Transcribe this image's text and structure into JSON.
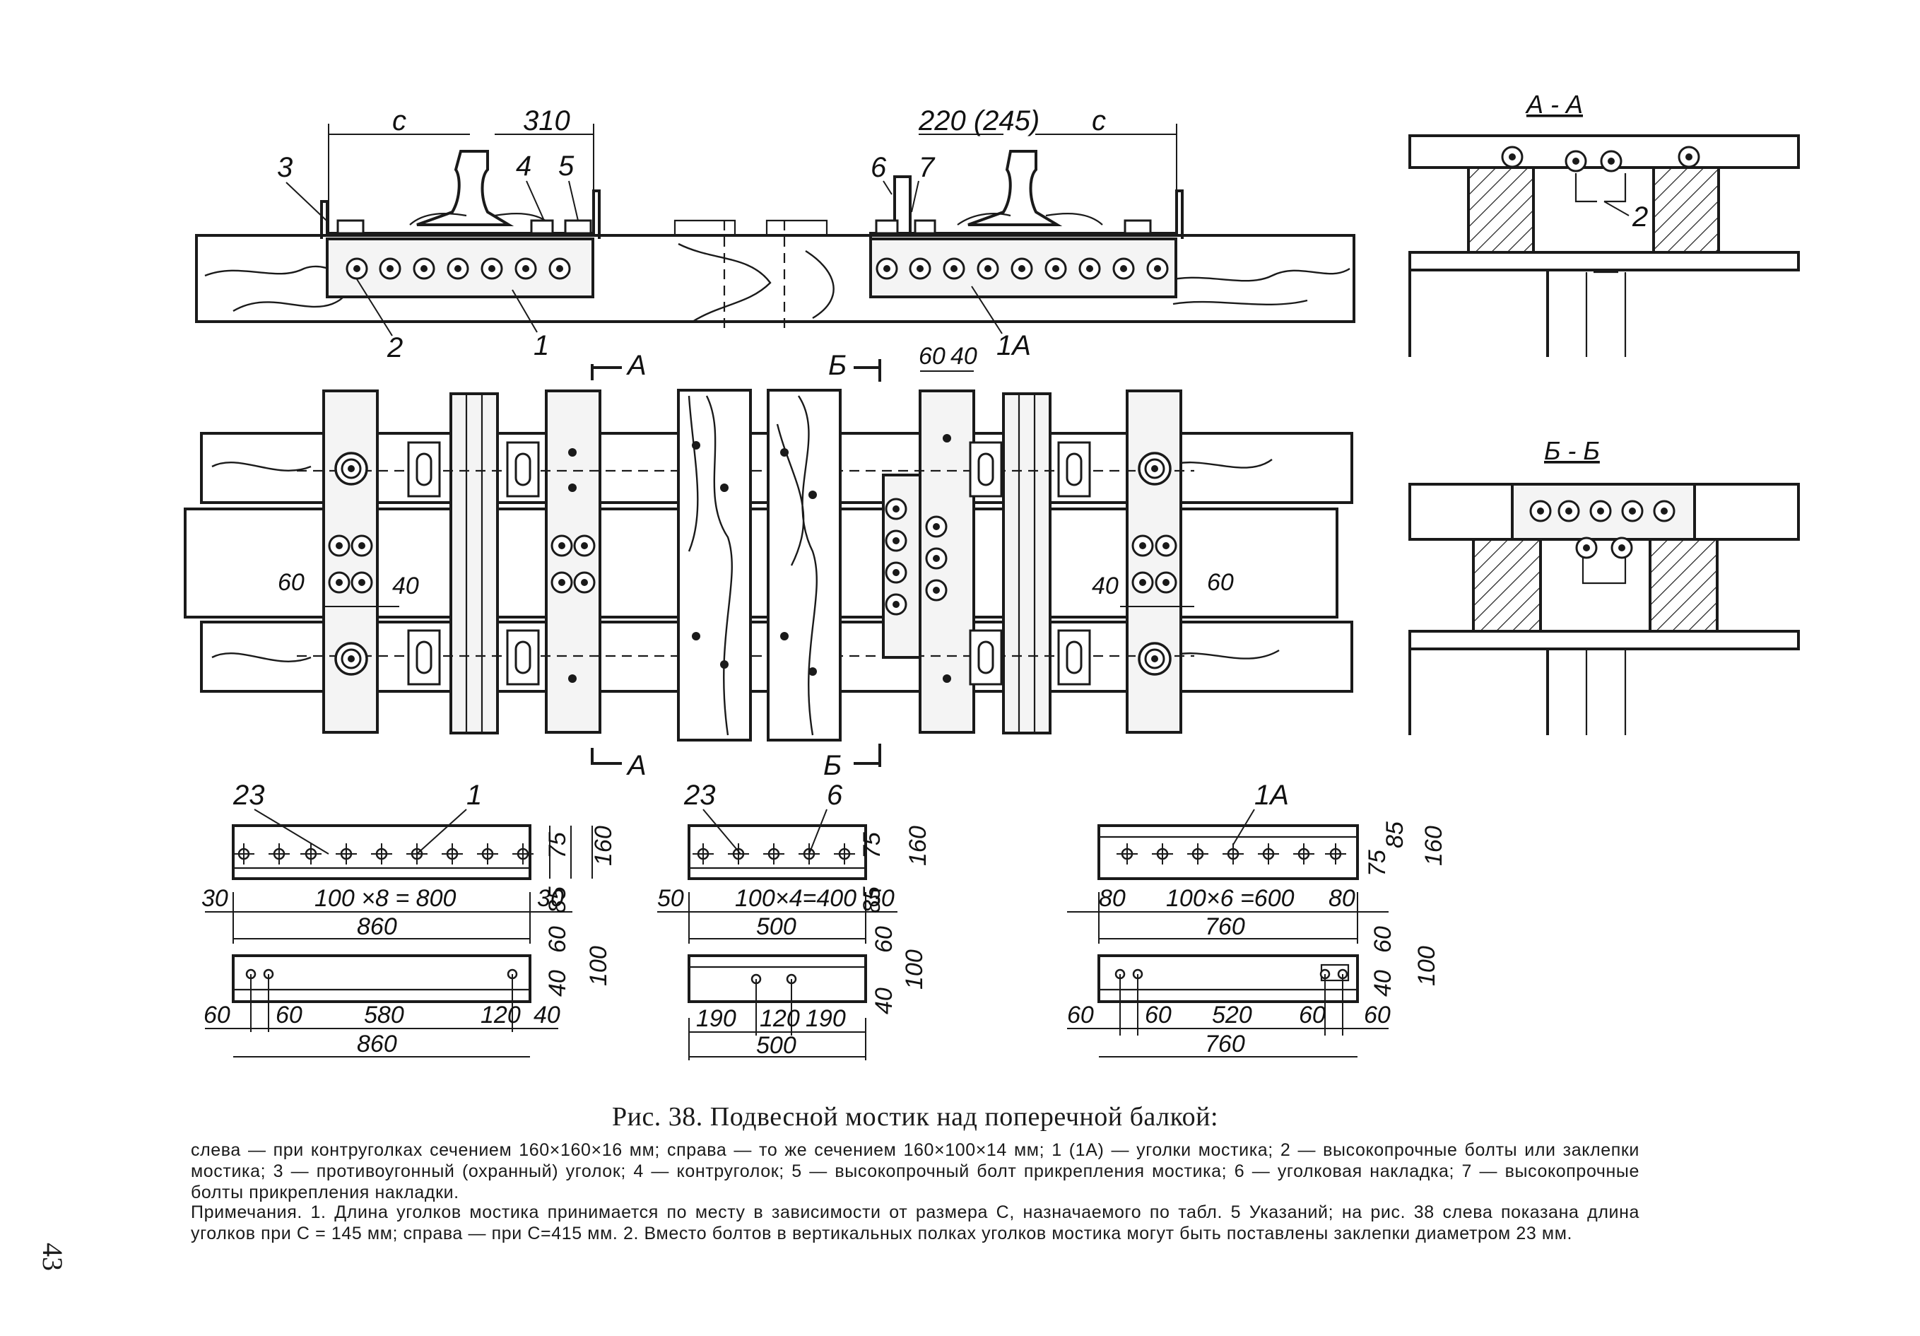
{
  "labels": {
    "dim_c": "с",
    "dim_310": "310",
    "dim_220_245": "220 (245)",
    "n1": "1",
    "n1a": "1А",
    "n2": "2",
    "n3": "3",
    "n4": "4",
    "n5": "5",
    "n6": "6",
    "n7": "7",
    "n23": "23",
    "section_a": "А",
    "section_b": "Б",
    "section_aa": "А - А",
    "section_bb": "Б - Б",
    "d60": "60",
    "d40": "40",
    "d75": "75",
    "d85": "85",
    "d160": "160",
    "d100": "100",
    "d30": "30",
    "d50": "50",
    "d80": "80",
    "d860": "860",
    "d500": "500",
    "d760": "760",
    "d580": "580",
    "d120": "120",
    "d190": "190",
    "d520": "520",
    "s800": "100 ×8 = 800",
    "s400": "100×4=400",
    "s600": "100×6 =600"
  },
  "caption": {
    "title": "Рис. 38. Подвесной мостик над поперечной балкой:",
    "legend": "слева — при контруголках сечением 160×160×16 мм; справа — то же сечением 160×100×14 мм; 1 (1А) — уголки мостика; 2 — высокопрочные болты или заклепки мостика; 3 — противоугонный (охранный) уголок; 4 — контруголок; 5 — высокопрочный болт прикрепления мостика; 6 — уголковая накладка; 7 — высокопрочные болты прикрепления накладки.",
    "notes": "Примечания. 1. Длина уголков мостика принимается по месту в зависимости от размера С, назначаемого по табл. 5 Указаний; на рис. 38 слева показана длина уголков при С = 145 мм; справа — при С=415 мм. 2. Вместо болтов в вертикальных полках уголков мостика могут быть поставлены заклепки диаметром 23 мм."
  },
  "page_number": "43"
}
